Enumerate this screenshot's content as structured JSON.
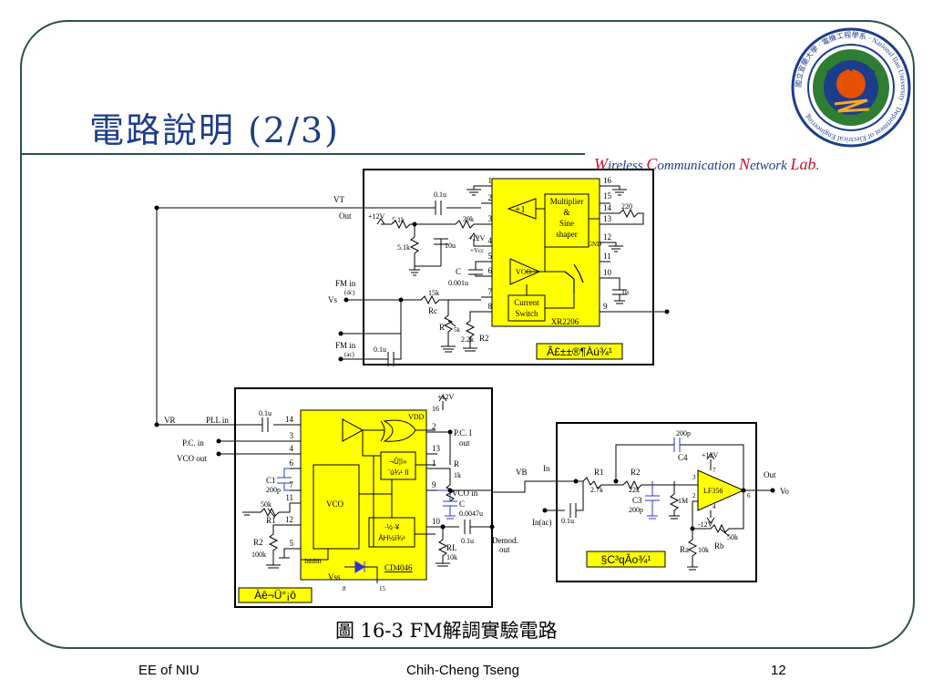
{
  "slide": {
    "title": "電路說明 (2/3)",
    "lab_parts": [
      "W",
      "ireless ",
      "C",
      "ommunication ",
      "N",
      "etwork ",
      "Lab",
      "."
    ],
    "caption": "圖 16-3  FM解調實驗電路",
    "footer": {
      "left": "EE of NIU",
      "center": "Chih-Cheng Tseng",
      "right": "12"
    },
    "logo": {
      "ring_text": "國立宜蘭大學 · 電機工程學系 · National Ilan University · Department of Electrical Engineering"
    }
  },
  "colors": {
    "yellow": "#ffff00",
    "border": "#2f4f4f",
    "title": "#1c3d8c",
    "accent": "#c8102e",
    "wire": "#000000",
    "component": "#3333cc"
  },
  "circuit1": {
    "chip_label": "XR2206",
    "pin_left": [
      "1",
      "2",
      "3",
      "4",
      "5",
      "6",
      "7",
      "8"
    ],
    "pin_right": [
      "16",
      "15",
      "14",
      "13",
      "12",
      "11",
      "10",
      "9"
    ],
    "blocks": {
      "buffer": "+1",
      "multiplier": [
        "Multiplier",
        "&",
        "Sine",
        "shaper"
      ],
      "vco": "VCO",
      "switch": [
        "Current",
        "Switch"
      ],
      "gnd": "GND"
    },
    "labels": {
      "vt": "VT",
      "out": "Out",
      "fm_dc": "FM in",
      "dc": "(dc)",
      "vs": "Vs",
      "fm_ac": "FM in",
      "ac": "(ac)",
      "rc": "Rc",
      "r": "R",
      "r2": "R2",
      "c": "C",
      "vcc": "+Vcc",
      "plus12a": "+12V",
      "plus12b": "+12V"
    },
    "values": {
      "c01u_a": "0.1u",
      "r51a": "5.1k",
      "r51b": "5.1k",
      "c10u": "10u",
      "r39": "39k",
      "r220": "220",
      "c0001": "0.001u",
      "r15": "15k",
      "r5k": "5k",
      "r22": "2.2k",
      "c1u": "1u",
      "c01u_b": "0.1u"
    },
    "note": "Â£±±®¶Àú¾¹"
  },
  "circuit2": {
    "chip_label": "CD4046",
    "pin_left": [
      "14",
      "3",
      "4",
      "6",
      "7",
      "11",
      "12",
      "5"
    ],
    "pin_right": [
      "2",
      "13",
      "1",
      "9",
      "10"
    ],
    "labels": {
      "plus12": "+12V",
      "vdd": "VDD",
      "vr": "VR",
      "pll_in": "PLL in",
      "pc_in": "P.C. in",
      "vco_out": "VCO out",
      "c1": "C1",
      "r1": "R1",
      "r2": "R2",
      "pc1": "P.C. I",
      "pc1_out": "out",
      "r": "R",
      "vco_in": "VCO in",
      "c": "C",
      "rl": "RL",
      "demod": "Demod.",
      "demod_out": "out",
      "inhibit": "Inhibit",
      "vss": "Vss",
      "vco": "VCO",
      "pin8": "8",
      "pin15": "15",
      "pin16": "16"
    },
    "values": {
      "c01u_a": "0.1u",
      "c200p": "200p",
      "r50k": "50k",
      "r100k": "100k",
      "r1k": "1k",
      "c0047": "0.0047u",
      "c01u_b": "0.1u",
      "r10k": "10k"
    },
    "pc_block": [
      "¬Û¦ì»",
      "¨ú¾¹ II"
    ],
    "sf_block": [
      "·½·¥",
      "ÀH½ì¾¹"
    ],
    "note": "Àê¬Ü°¡ô"
  },
  "circuit3": {
    "labels": {
      "vb": "VB",
      "in": "In",
      "in_ac": "In(ac)",
      "r1": "R1",
      "r2": "R2",
      "c3": "C3",
      "c4": "C4",
      "ra": "Ra",
      "rb": "Rb",
      "out": "Out",
      "vo": "Vo",
      "opamp": "LF356",
      "plus12": "+12V",
      "minus12": "-12V",
      "pin3": "3",
      "pin2": "2",
      "pin6": "6",
      "pin7": "7",
      "pin4": "4"
    },
    "values": {
      "c200p_a": "200p",
      "r27": "2.7k",
      "r22": "22k",
      "c200p_b": "200p",
      "r1m": "1M",
      "c01u": "0.1u",
      "r50k": "50k",
      "r10k": "10k"
    },
    "note": "§C³qÂo¾¹"
  }
}
